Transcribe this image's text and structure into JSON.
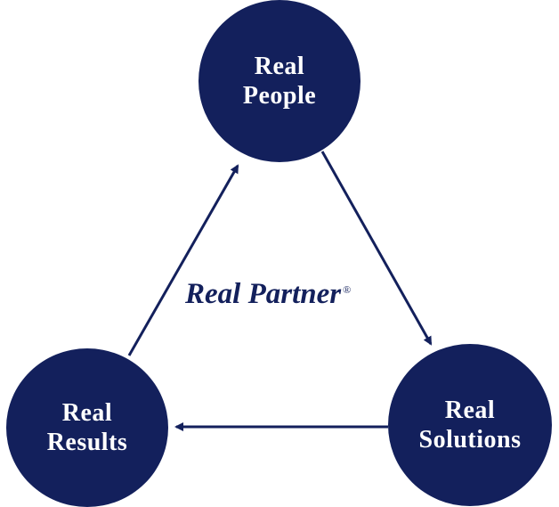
{
  "colors": {
    "primary": "#13205c",
    "background": "#ffffff",
    "node_text": "#ffffff"
  },
  "nodes": {
    "people": {
      "line1": "Real",
      "line2": "People"
    },
    "solutions": {
      "line1": "Real",
      "line2": "Solutions"
    },
    "results": {
      "line1": "Real",
      "line2": "Results"
    }
  },
  "center": {
    "label": "Real Partner",
    "mark": "®"
  },
  "edges": [
    {
      "from": "people",
      "to": "solutions"
    },
    {
      "from": "solutions",
      "to": "results"
    },
    {
      "from": "results",
      "to": "people"
    }
  ]
}
